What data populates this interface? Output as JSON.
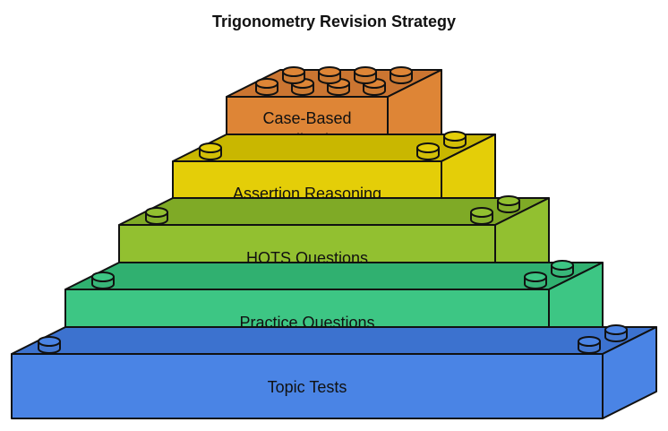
{
  "title": "Trigonometry Revision Strategy",
  "tiers": [
    {
      "label": "Case-Based\nApplication",
      "colors": {
        "front": "#DE8536",
        "top": "#CB7531",
        "side": "#DE8536"
      }
    },
    {
      "label": "Assertion Reasoning",
      "colors": {
        "front": "#E4CE08",
        "top": "#C9B700",
        "side": "#E4CE08"
      }
    },
    {
      "label": "HOTS Questions",
      "colors": {
        "front": "#92C030",
        "top": "#7FAA26",
        "side": "#92C030"
      }
    },
    {
      "label": "Practice Questions",
      "colors": {
        "front": "#3DC684",
        "top": "#30B070",
        "side": "#3DC684"
      }
    },
    {
      "label": "Topic Tests",
      "colors": {
        "front": "#4A84E5",
        "top": "#3C72CF",
        "side": "#4A84E5"
      }
    }
  ]
}
